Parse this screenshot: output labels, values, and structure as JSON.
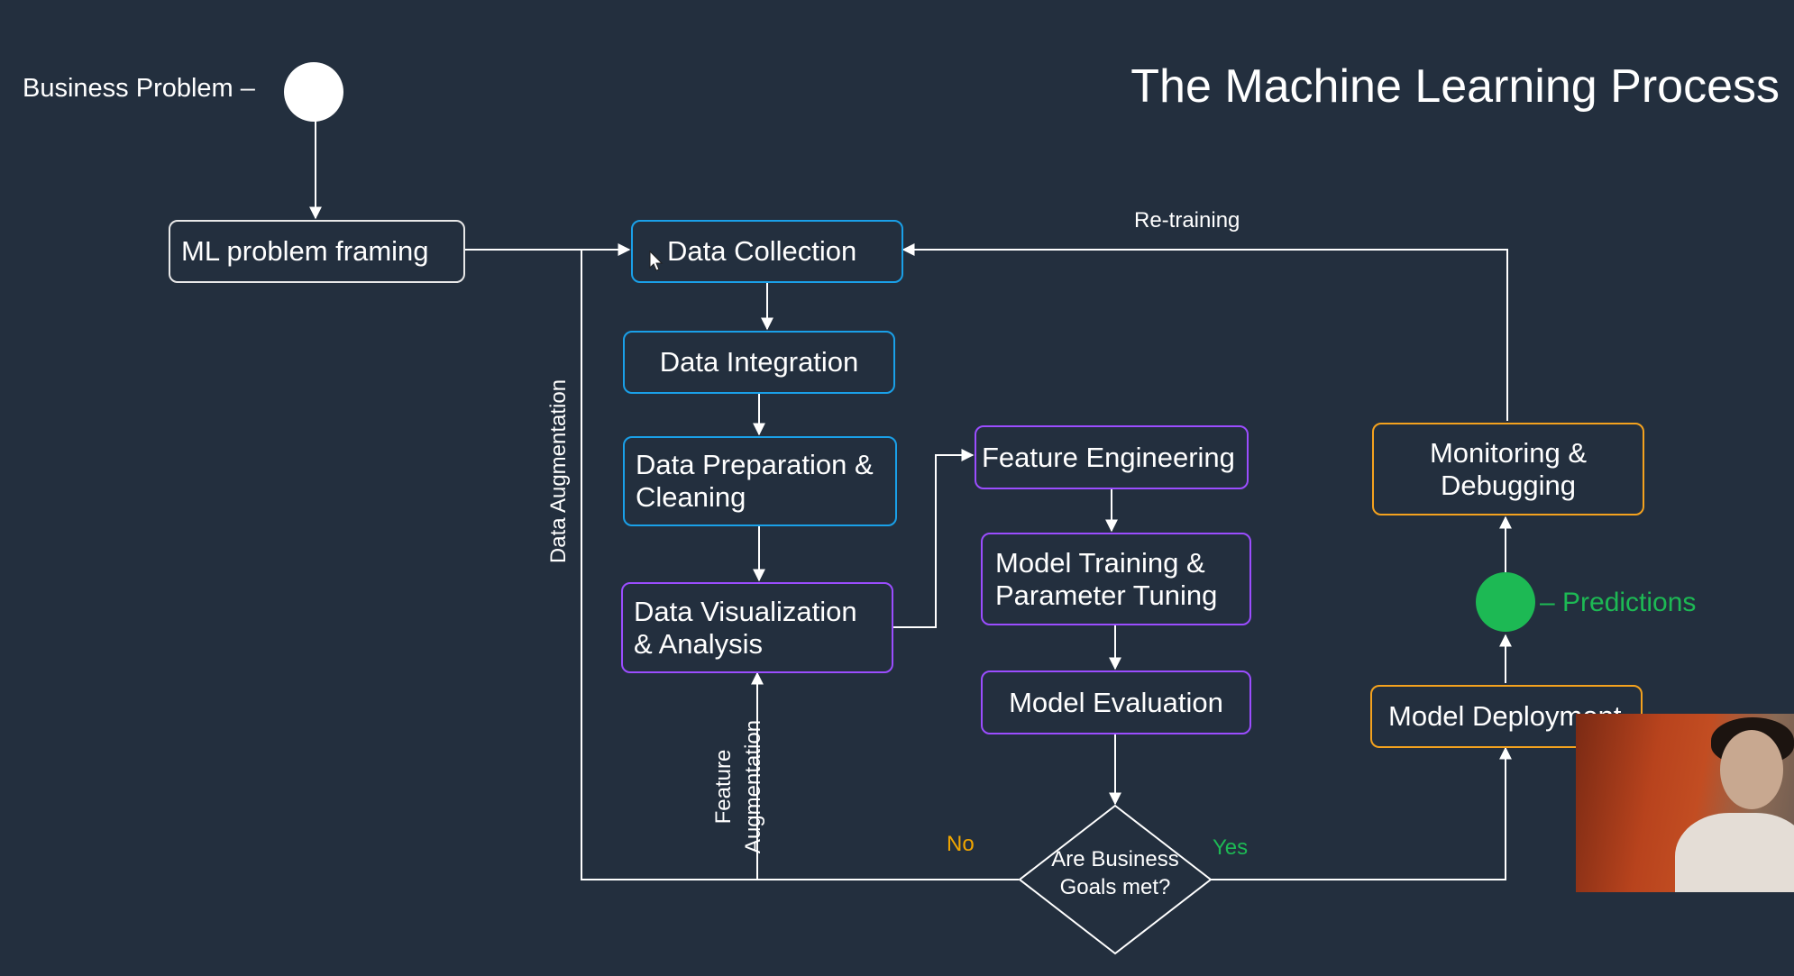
{
  "title": "The Machine Learning Process",
  "start_label": "Business Problem –",
  "nodes": {
    "ml_problem_framing": "ML problem framing",
    "data_collection": "Data Collection",
    "data_integration": "Data Integration",
    "data_preparation": "Data Preparation & Cleaning",
    "data_visualization": "Data Visualization & Analysis",
    "feature_engineering": "Feature Engineering",
    "model_training": "Model Training & Parameter Tuning",
    "model_evaluation": "Model Evaluation",
    "decision": "Are Business Goals met?",
    "model_deployment": "Model Deployment",
    "monitoring": "Monitoring & Debugging"
  },
  "edge_labels": {
    "retraining": "Re-training",
    "data_augmentation": "Data Augmentation",
    "feature_augmentation": "Feature Augmentation",
    "no": "No",
    "yes": "Yes",
    "predictions": "– Predictions"
  },
  "colors": {
    "background": "#232f3e",
    "data_stage_border": "#1aa0e8",
    "model_stage_border": "#9b4dff",
    "deploy_stage_border": "#f4a21e",
    "predictions": "#1db954",
    "no_label": "#f0a500",
    "yes_label": "#1db954"
  },
  "icons": {
    "start_node": "white-circle",
    "predictions_node": "green-circle",
    "decision_node": "diamond"
  }
}
